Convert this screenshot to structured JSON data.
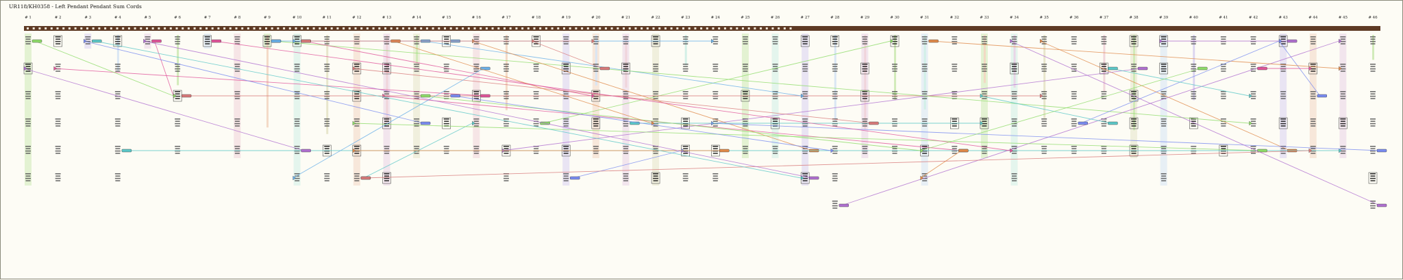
{
  "title": "UR118/KH0358 - Left Pendant Pendant Sum Cords",
  "cord_labels": [
    "# 1",
    "# 2",
    "# 3",
    "# 4",
    "# 5",
    "# 6",
    "# 7",
    "# 8",
    "# 9",
    "# 10",
    "# 11",
    "# 12",
    "# 13",
    "# 14",
    "# 15",
    "# 16",
    "# 17",
    "# 18",
    "# 19",
    "# 20",
    "# 21",
    "# 22",
    "# 23",
    "# 24",
    "# 25",
    "# 26",
    "# 27",
    "# 28",
    "# 29",
    "# 30",
    "# 31",
    "# 32",
    "# 33",
    "# 34",
    "# 35",
    "# 36",
    "# 37",
    "# 38",
    "# 39",
    "# 40",
    "# 41",
    "# 42",
    "# 43",
    "# 44",
    "# 45",
    "# 46"
  ],
  "colors": {
    "background": "#fdfcf5",
    "primary_cord": "#5e3a24",
    "sum_link_colors": [
      "#e0559a",
      "#7a8cf0",
      "#8fdc6a",
      "#e08a4a",
      "#5cc8c8",
      "#b070d0",
      "#d87a7a",
      "#6ab0e8"
    ]
  }
}
